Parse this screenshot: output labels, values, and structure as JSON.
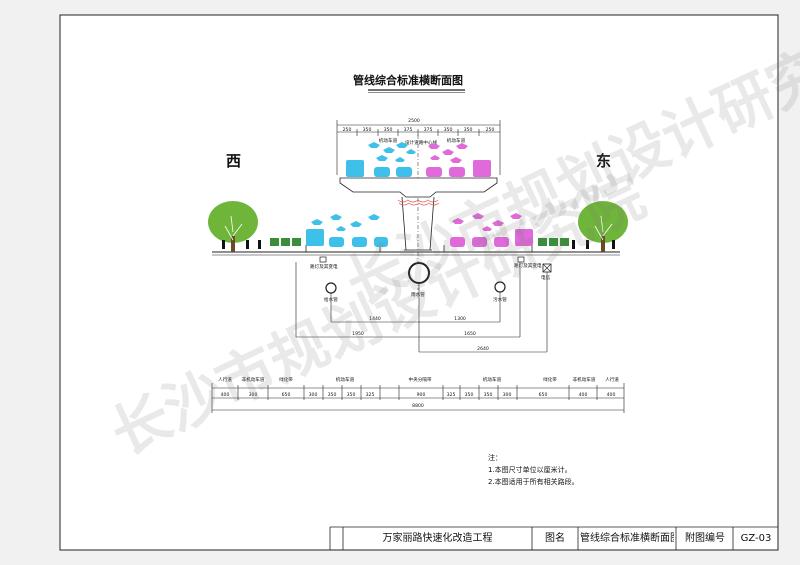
{
  "drawing": {
    "title": "管线综合标准横断面图",
    "west_label": "西",
    "east_label": "东",
    "elevated_total_width": "2500",
    "elevated_segments": [
      "250",
      "350",
      "350",
      "375",
      "375",
      "350",
      "350",
      "250"
    ],
    "elevated_lane_labels": [
      "机动车道",
      "设计道路中心线",
      "机动车道"
    ],
    "pipe_labels": {
      "left_upper": "路灯及其变电",
      "right_upper": "路灯及其变电",
      "right_box": "电信",
      "left": "给水管",
      "center": "雨水管",
      "right": "污水管"
    },
    "dimensions": {
      "left_to_center": "1440",
      "center_to_right": "1300",
      "left_total": "1950",
      "right_total": "1650",
      "right_total2": "2640"
    },
    "zone_labels": [
      "人行道",
      "非机动车道",
      "绿化带",
      "机动车道",
      "中央分隔带",
      "机动车道",
      "绿化带",
      "非机动车道",
      "人行道"
    ],
    "zone_widths": [
      "400",
      "300",
      "650",
      "300",
      "350",
      "350",
      "325",
      "900",
      "325",
      "350",
      "350",
      "300",
      "650",
      "400",
      "400"
    ],
    "total_width": "8800",
    "notes_title": "注：",
    "notes": [
      "1.本图尺寸单位以厘米计。",
      "2.本图适用于所有相关路段。"
    ]
  },
  "title_block": {
    "project": "万家丽路快速化改造工程",
    "drawing_name_label": "图名",
    "drawing_name": "管线综合标准横断面图",
    "figure_number_label": "附图编号",
    "figure_number": "GZ-03"
  },
  "watermark": "长沙市规划设计研究院",
  "colors": {
    "tree": "#6fb53a",
    "cyan_vehicle": "#3fc0e8",
    "magenta_vehicle": "#e06ad9",
    "pink_support": "#e05a5a"
  }
}
